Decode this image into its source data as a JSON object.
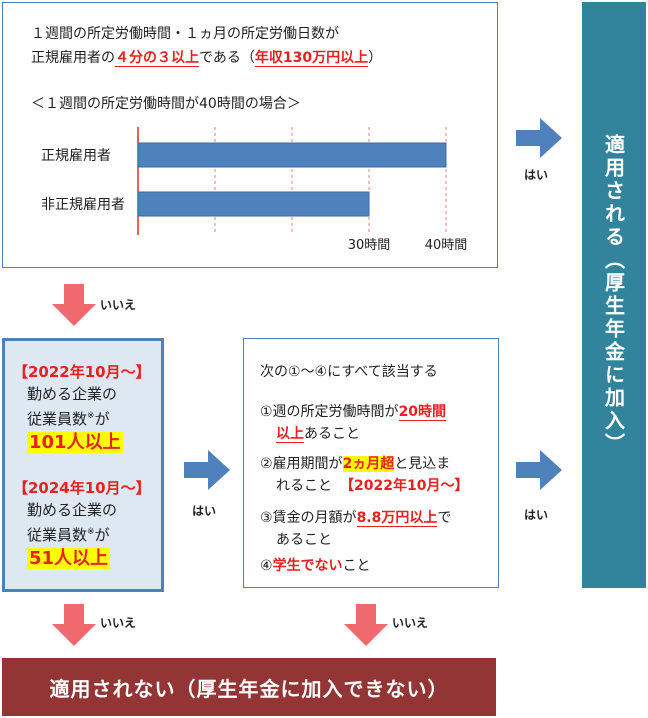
{
  "top": {
    "line1": "１週間の所定労働時間・１ヵ月の所定労働日数が",
    "line2_pre": "正規雇用者の",
    "line2_red": "４分の３以上",
    "line2_mid": "である（",
    "line2_red2": "年収130万円以上",
    "line2_post": "）",
    "subheading": "＜１週間の所定労働時間が40時間の場合＞"
  },
  "chart_data": {
    "type": "bar",
    "orientation": "horizontal",
    "categories": [
      "正規雇用者",
      "非正規雇用者"
    ],
    "values": [
      40,
      30
    ],
    "tick_labels": [
      "30時間",
      "40時間"
    ],
    "xlim": [
      0,
      40
    ],
    "grid": true,
    "color": "#4f81bd"
  },
  "arrows": {
    "yes": "はい",
    "no": "いいえ"
  },
  "company": {
    "block1_heading": "【2022年10月～】",
    "block1_line1": "勤める企業の",
    "block1_line2": "従業員数",
    "block1_mark": "※",
    "block1_line2_post": "が",
    "block1_big": "101人以上",
    "block2_heading": "【2024年10月～】",
    "block2_line1": "勤める企業の",
    "block2_line2": "従業員数",
    "block2_mark": "※",
    "block2_line2_post": "が",
    "block2_big": "51人以上"
  },
  "conditions": {
    "intro": "次の①～④にすべて該当する",
    "c1_pre": "①週の所定労働時間が",
    "c1_red": "20時間",
    "c1_red2": "以上",
    "c1_post": "あること",
    "c2_pre": "②雇用期間が",
    "c2_red": "2ヵ月超",
    "c2_post": "と見込ま",
    "c2_line2": "れること",
    "c2_red2": "【2022年10月～】",
    "c3_pre": "③賃金の月額が",
    "c3_red": "8.8万円以上",
    "c3_post": "で",
    "c3_line2": "あること",
    "c4_num": "④",
    "c4_red": "学生でない",
    "c4_post": "こと"
  },
  "applied_label": "適用される（厚生年金に加入）",
  "not_applied_label": "適用されない（厚生年金に加入できない）"
}
